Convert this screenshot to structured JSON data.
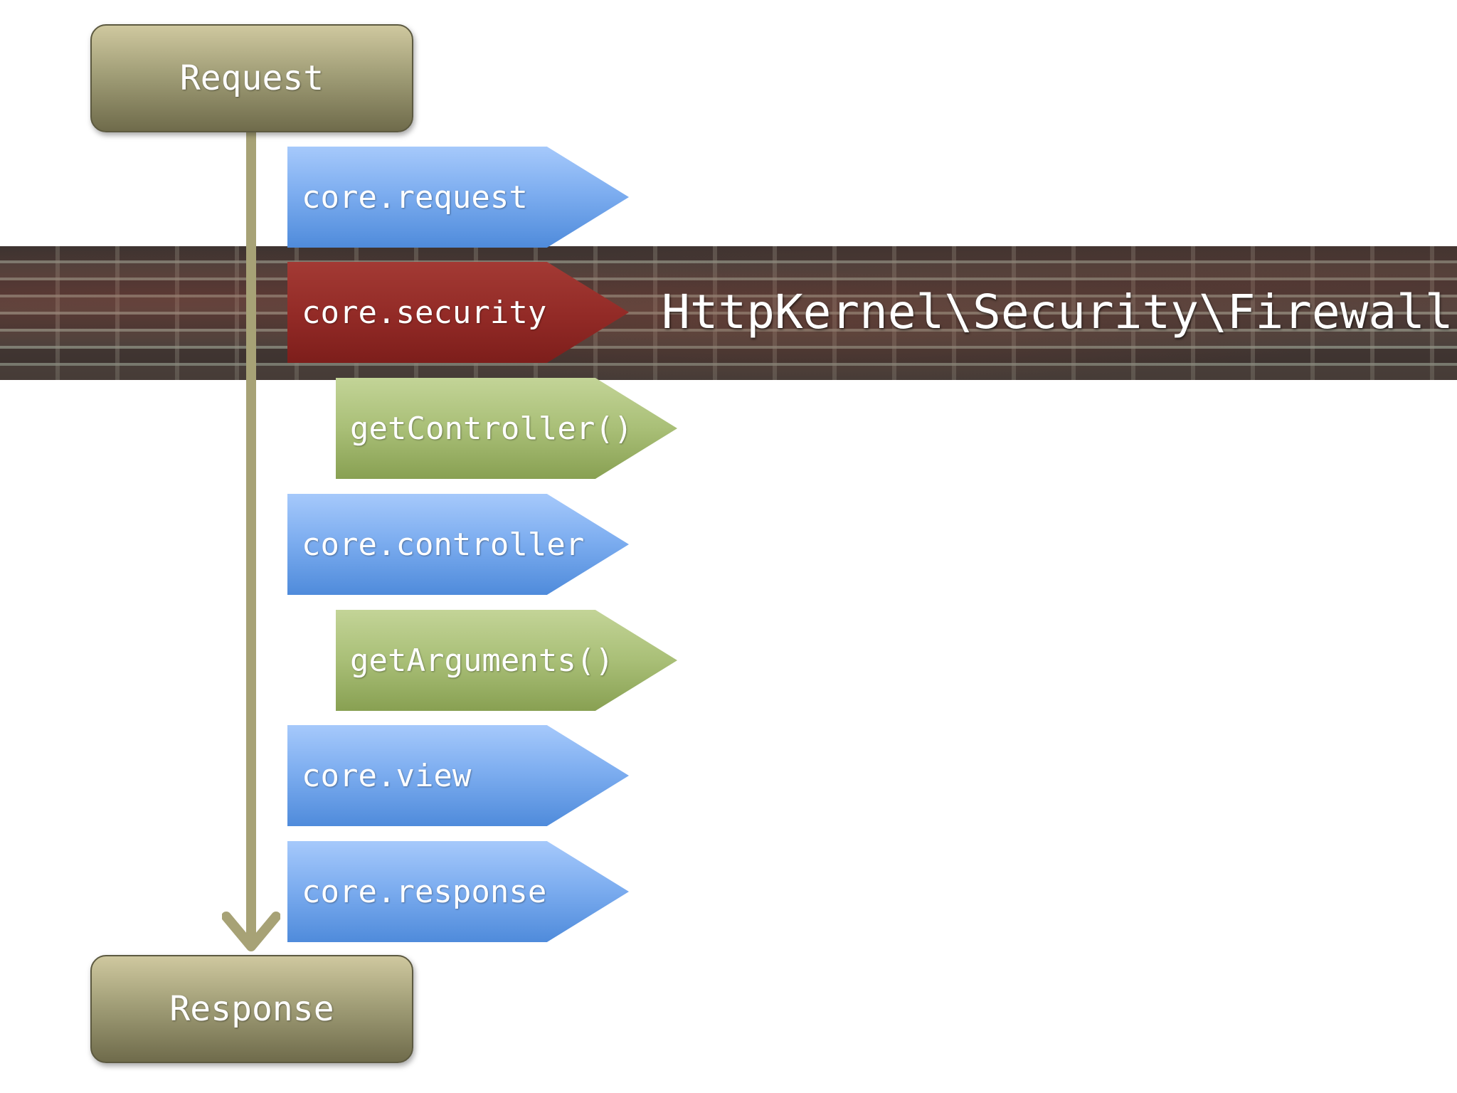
{
  "diagram": {
    "start": "Request",
    "end": "Response",
    "band_label": "HttpKernel\\Security\\Firewall",
    "events": [
      {
        "label": "core.request",
        "kind": "event",
        "color": "#6fa3ea"
      },
      {
        "label": "core.security",
        "kind": "highlighted-event",
        "color": "#922a26"
      },
      {
        "label": "getController()",
        "kind": "resolver-call",
        "color": "#a9bf77"
      },
      {
        "label": "core.controller",
        "kind": "event",
        "color": "#6fa3ea"
      },
      {
        "label": "getArguments()",
        "kind": "resolver-call",
        "color": "#a9bf77"
      },
      {
        "label": "core.view",
        "kind": "event",
        "color": "#6fa3ea"
      },
      {
        "label": "core.response",
        "kind": "event",
        "color": "#6fa3ea"
      }
    ],
    "colors": {
      "terminal": "#a29f78",
      "flow_arrow": "#a7a276",
      "event_blue": "#6fa3ea",
      "event_red": "#922a26",
      "event_green": "#a9bf77"
    }
  }
}
